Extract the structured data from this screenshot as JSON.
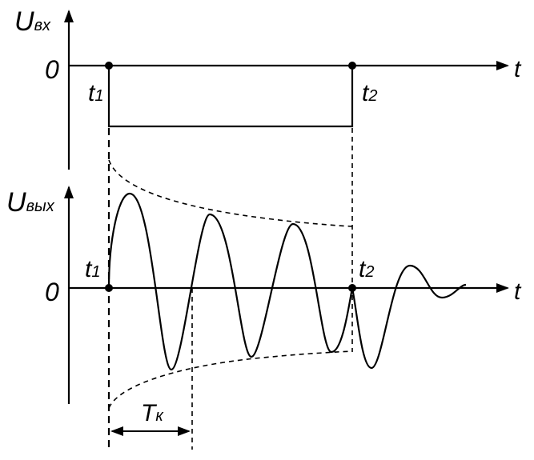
{
  "top": {
    "y_label_main": "U",
    "y_label_sub": "вх",
    "zero": "0",
    "x_label": "t",
    "t1_main": "t",
    "t1_sub": "1",
    "t2_main": "t",
    "t2_sub": "2"
  },
  "bottom": {
    "y_label_main": "U",
    "y_label_sub": "вых",
    "zero": "0",
    "x_label": "t",
    "t1_main": "t",
    "t1_sub": "1",
    "t2_main": "t",
    "t2_sub": "2"
  },
  "period": {
    "main": "T",
    "sub": "к"
  }
}
